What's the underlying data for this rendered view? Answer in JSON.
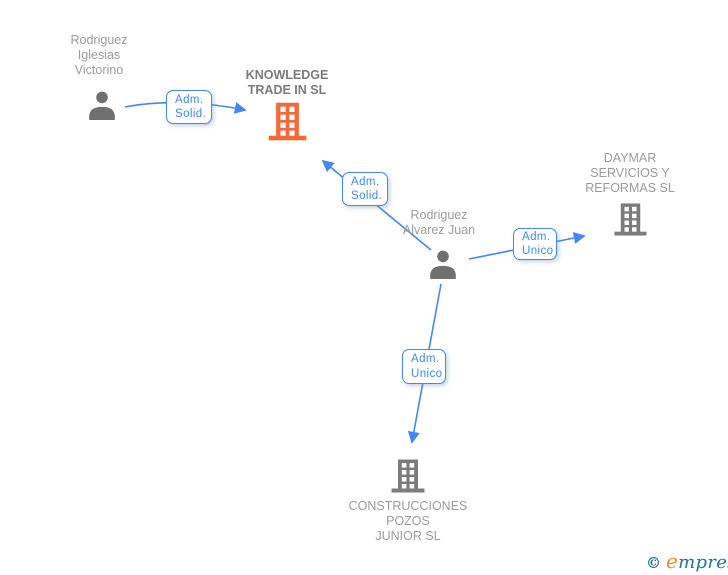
{
  "colors": {
    "edge_blue": "#4387f4",
    "label_gray": "#9b9b9b",
    "company_dark_gray": "#7b7b7b",
    "person_gray": "#707070",
    "building_gray": "#7b7b7b",
    "building_orange": "#f5683c",
    "logo_teal": "#1d7390",
    "logo_orange": "#ef8b1f"
  },
  "diagram": {
    "nodes": {
      "person_riv": {
        "type": "person",
        "lines": [
          "Rodriguez",
          "Iglesias",
          "Victorino"
        ]
      },
      "person_raj": {
        "type": "person",
        "lines": [
          "Rodriguez",
          "Alvarez Juan"
        ]
      },
      "company_knowledge": {
        "type": "company",
        "highlighted": true,
        "lines": [
          "KNOWLEDGE",
          "TRADE IN SL"
        ]
      },
      "company_daymar": {
        "type": "company",
        "highlighted": false,
        "lines": [
          "DAYMAR",
          "SERVICIOS Y",
          "REFORMAS SL"
        ]
      },
      "company_construcciones": {
        "type": "company",
        "highlighted": false,
        "lines": [
          "CONSTRUCCIONES",
          "POZOS",
          "JUNIOR SL"
        ]
      }
    },
    "edges": {
      "e1": {
        "from": "person_riv",
        "to": "company_knowledge",
        "label_lines": [
          "Adm.",
          "Solid."
        ]
      },
      "e2": {
        "from": "person_raj",
        "to": "company_knowledge",
        "label_lines": [
          "Adm.",
          "Solid."
        ]
      },
      "e3": {
        "from": "person_raj",
        "to": "company_daymar",
        "label_lines": [
          "Adm.",
          "Unico"
        ]
      },
      "e4": {
        "from": "person_raj",
        "to": "company_construcciones",
        "label_lines": [
          "Adm.",
          "Unico"
        ]
      }
    }
  },
  "footer": {
    "copyright_symbol": "©",
    "brand_initial": "e",
    "brand_rest": "mpresia"
  }
}
